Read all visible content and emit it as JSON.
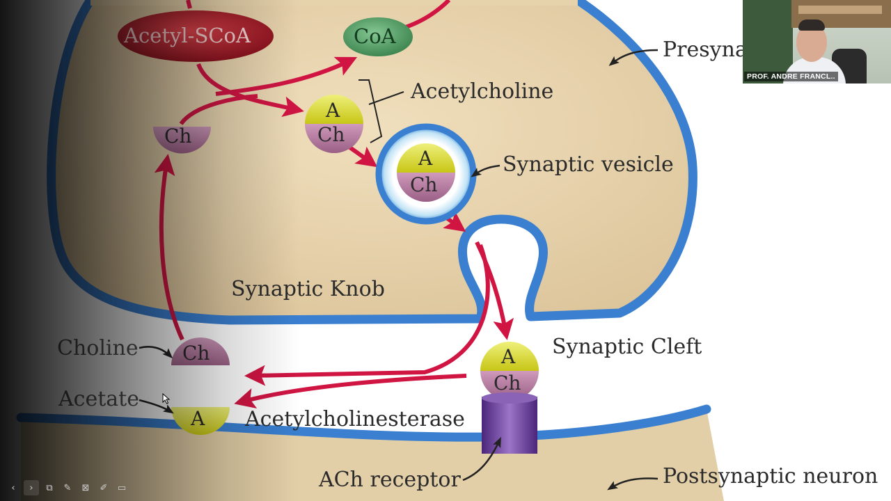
{
  "labels": {
    "acetyl_scoa": "Acetyl-SCoA",
    "coa": "CoA",
    "presynaptic": "Presyna",
    "acetylcholine": "Acetylcholine",
    "synaptic_vesicle": "Synaptic vesicle",
    "synaptic_knob": "Synaptic Knob",
    "synaptic_cleft": "Synaptic Cleft",
    "choline": "Choline",
    "acetate": "Acetate",
    "acetylcholinesterase": "Acetylcholinesterase",
    "ach_receptor": "ACh receptor",
    "postsynaptic_neuron": "Postsynaptic neuron"
  },
  "molecules": {
    "a": "A",
    "ch": "Ch"
  },
  "video": {
    "participant_name": "PROF. ANDRE FRANCL.."
  },
  "toolbar": {
    "icons": [
      "prev-icon",
      "next-icon",
      "copy-icon",
      "pen-icon",
      "annotate-icon",
      "edit-icon",
      "present-icon"
    ]
  },
  "colors": {
    "membrane": "#3a7fd0",
    "cytoplasm": "#e6d2ab",
    "arrow": "#d01543",
    "acetyl_scoa": "#b81f2a",
    "coa": "#4f9a63",
    "acetate": "#d8d62a",
    "choline": "#b07095",
    "receptor": "#6d3f9e"
  }
}
